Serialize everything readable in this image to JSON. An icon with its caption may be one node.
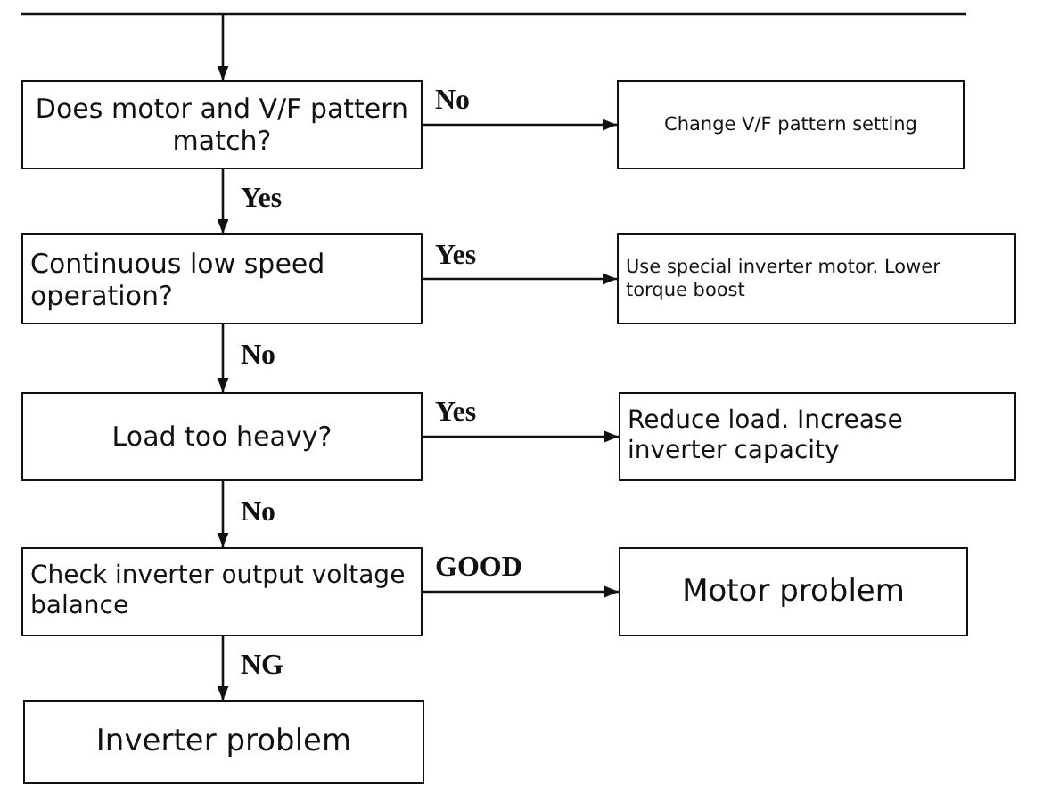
{
  "diagram": {
    "nodes": [
      {
        "text": [
          "Does motor and V/F pattern match?"
        ]
      },
      {
        "text": [
          "Change V/F pattern setting"
        ]
      },
      {
        "text": [
          "Continuous low speed operation?"
        ]
      },
      {
        "text": [
          "Use special inverter motor. Lower torque boost"
        ]
      },
      {
        "text": [
          "Load too heavy?"
        ]
      },
      {
        "text": [
          "Reduce load. Increase inverter capacity"
        ]
      },
      {
        "text": [
          "Check inverter output voltage balance"
        ]
      },
      {
        "text": [
          "Motor problem"
        ]
      },
      {
        "text": [
          "Inverter problem"
        ]
      }
    ],
    "edges": [
      {
        "from": null,
        "to": 0,
        "arrow": "to"
      },
      {
        "from": 0,
        "to": 1,
        "arrow": "to",
        "label": "No"
      },
      {
        "from": 0,
        "to": 2,
        "arrow": "to",
        "label": "Yes"
      },
      {
        "from": 2,
        "to": 3,
        "arrow": "to",
        "label": "Yes"
      },
      {
        "from": 2,
        "to": 4,
        "arrow": "to",
        "label": "No"
      },
      {
        "from": 4,
        "to": 5,
        "arrow": "to",
        "label": "Yes"
      },
      {
        "from": 4,
        "to": 6,
        "arrow": "to",
        "label": "No"
      },
      {
        "from": 6,
        "to": 7,
        "arrow": "to",
        "label": "GOOD"
      },
      {
        "from": 6,
        "to": 8,
        "arrow": "to",
        "label": "NG"
      }
    ]
  }
}
